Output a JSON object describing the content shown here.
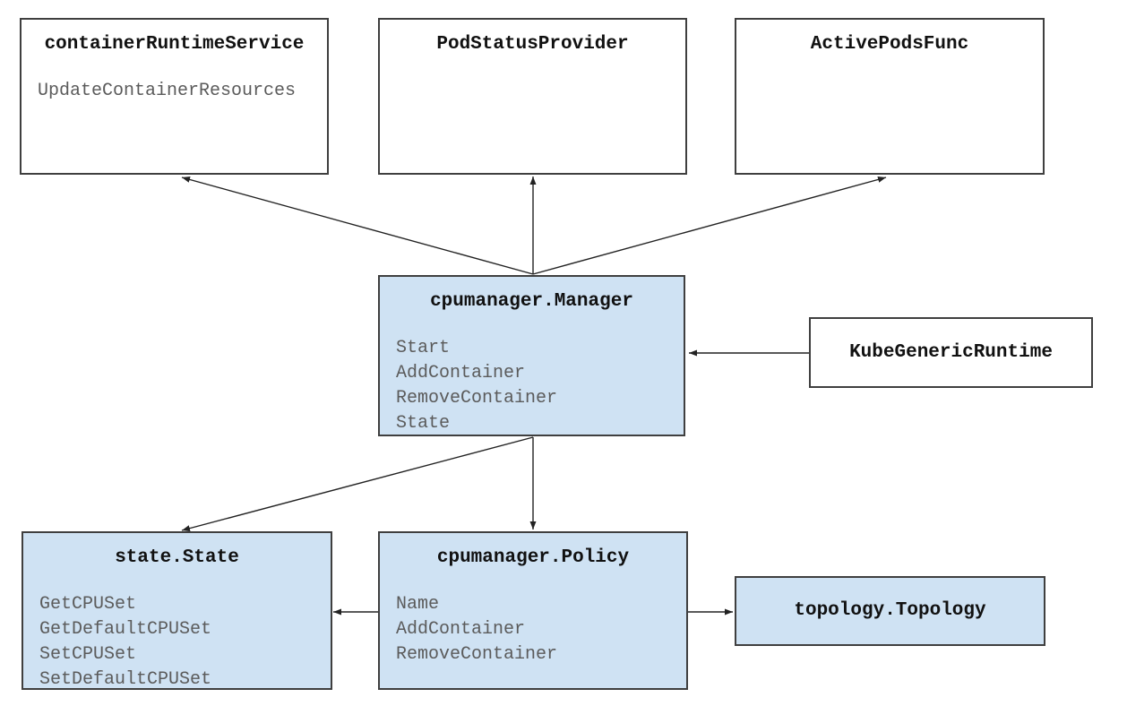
{
  "diagram": {
    "nodes": [
      {
        "id": "containerRuntimeService",
        "title": "containerRuntimeService",
        "methods": [
          "UpdateContainerResources"
        ],
        "fill": "#ffffff"
      },
      {
        "id": "PodStatusProvider",
        "title": "PodStatusProvider",
        "methods": [],
        "fill": "#ffffff"
      },
      {
        "id": "ActivePodsFunc",
        "title": "ActivePodsFunc",
        "methods": [],
        "fill": "#ffffff"
      },
      {
        "id": "cpumanager.Manager",
        "title": "cpumanager.Manager",
        "methods": [
          "Start",
          "AddContainer",
          "RemoveContainer",
          "State"
        ],
        "fill": "#cfe2f3"
      },
      {
        "id": "KubeGenericRuntime",
        "title": "KubeGenericRuntime",
        "methods": [],
        "fill": "#ffffff"
      },
      {
        "id": "state.State",
        "title": "state.State",
        "methods": [
          "GetCPUSet",
          "GetDefaultCPUSet",
          "SetCPUSet",
          "SetDefaultCPUSet"
        ],
        "fill": "#cfe2f3"
      },
      {
        "id": "cpumanager.Policy",
        "title": "cpumanager.Policy",
        "methods": [
          "Name",
          "AddContainer",
          "RemoveContainer"
        ],
        "fill": "#cfe2f3"
      },
      {
        "id": "topology.Topology",
        "title": "topology.Topology",
        "methods": [],
        "fill": "#cfe2f3"
      }
    ],
    "edges": [
      {
        "from": "cpumanager.Manager",
        "to": "containerRuntimeService"
      },
      {
        "from": "cpumanager.Manager",
        "to": "PodStatusProvider"
      },
      {
        "from": "cpumanager.Manager",
        "to": "ActivePodsFunc"
      },
      {
        "from": "KubeGenericRuntime",
        "to": "cpumanager.Manager"
      },
      {
        "from": "cpumanager.Manager",
        "to": "state.State"
      },
      {
        "from": "cpumanager.Manager",
        "to": "cpumanager.Policy"
      },
      {
        "from": "cpumanager.Policy",
        "to": "state.State"
      },
      {
        "from": "cpumanager.Policy",
        "to": "topology.Topology"
      }
    ],
    "colors": {
      "node_fill_highlight": "#cfe2f3",
      "node_fill_default": "#ffffff",
      "node_border": "#3f3f3f",
      "title_text": "#111111",
      "method_text": "#5b5b5b",
      "arrow": "#222222",
      "background": "#ffffff"
    }
  }
}
